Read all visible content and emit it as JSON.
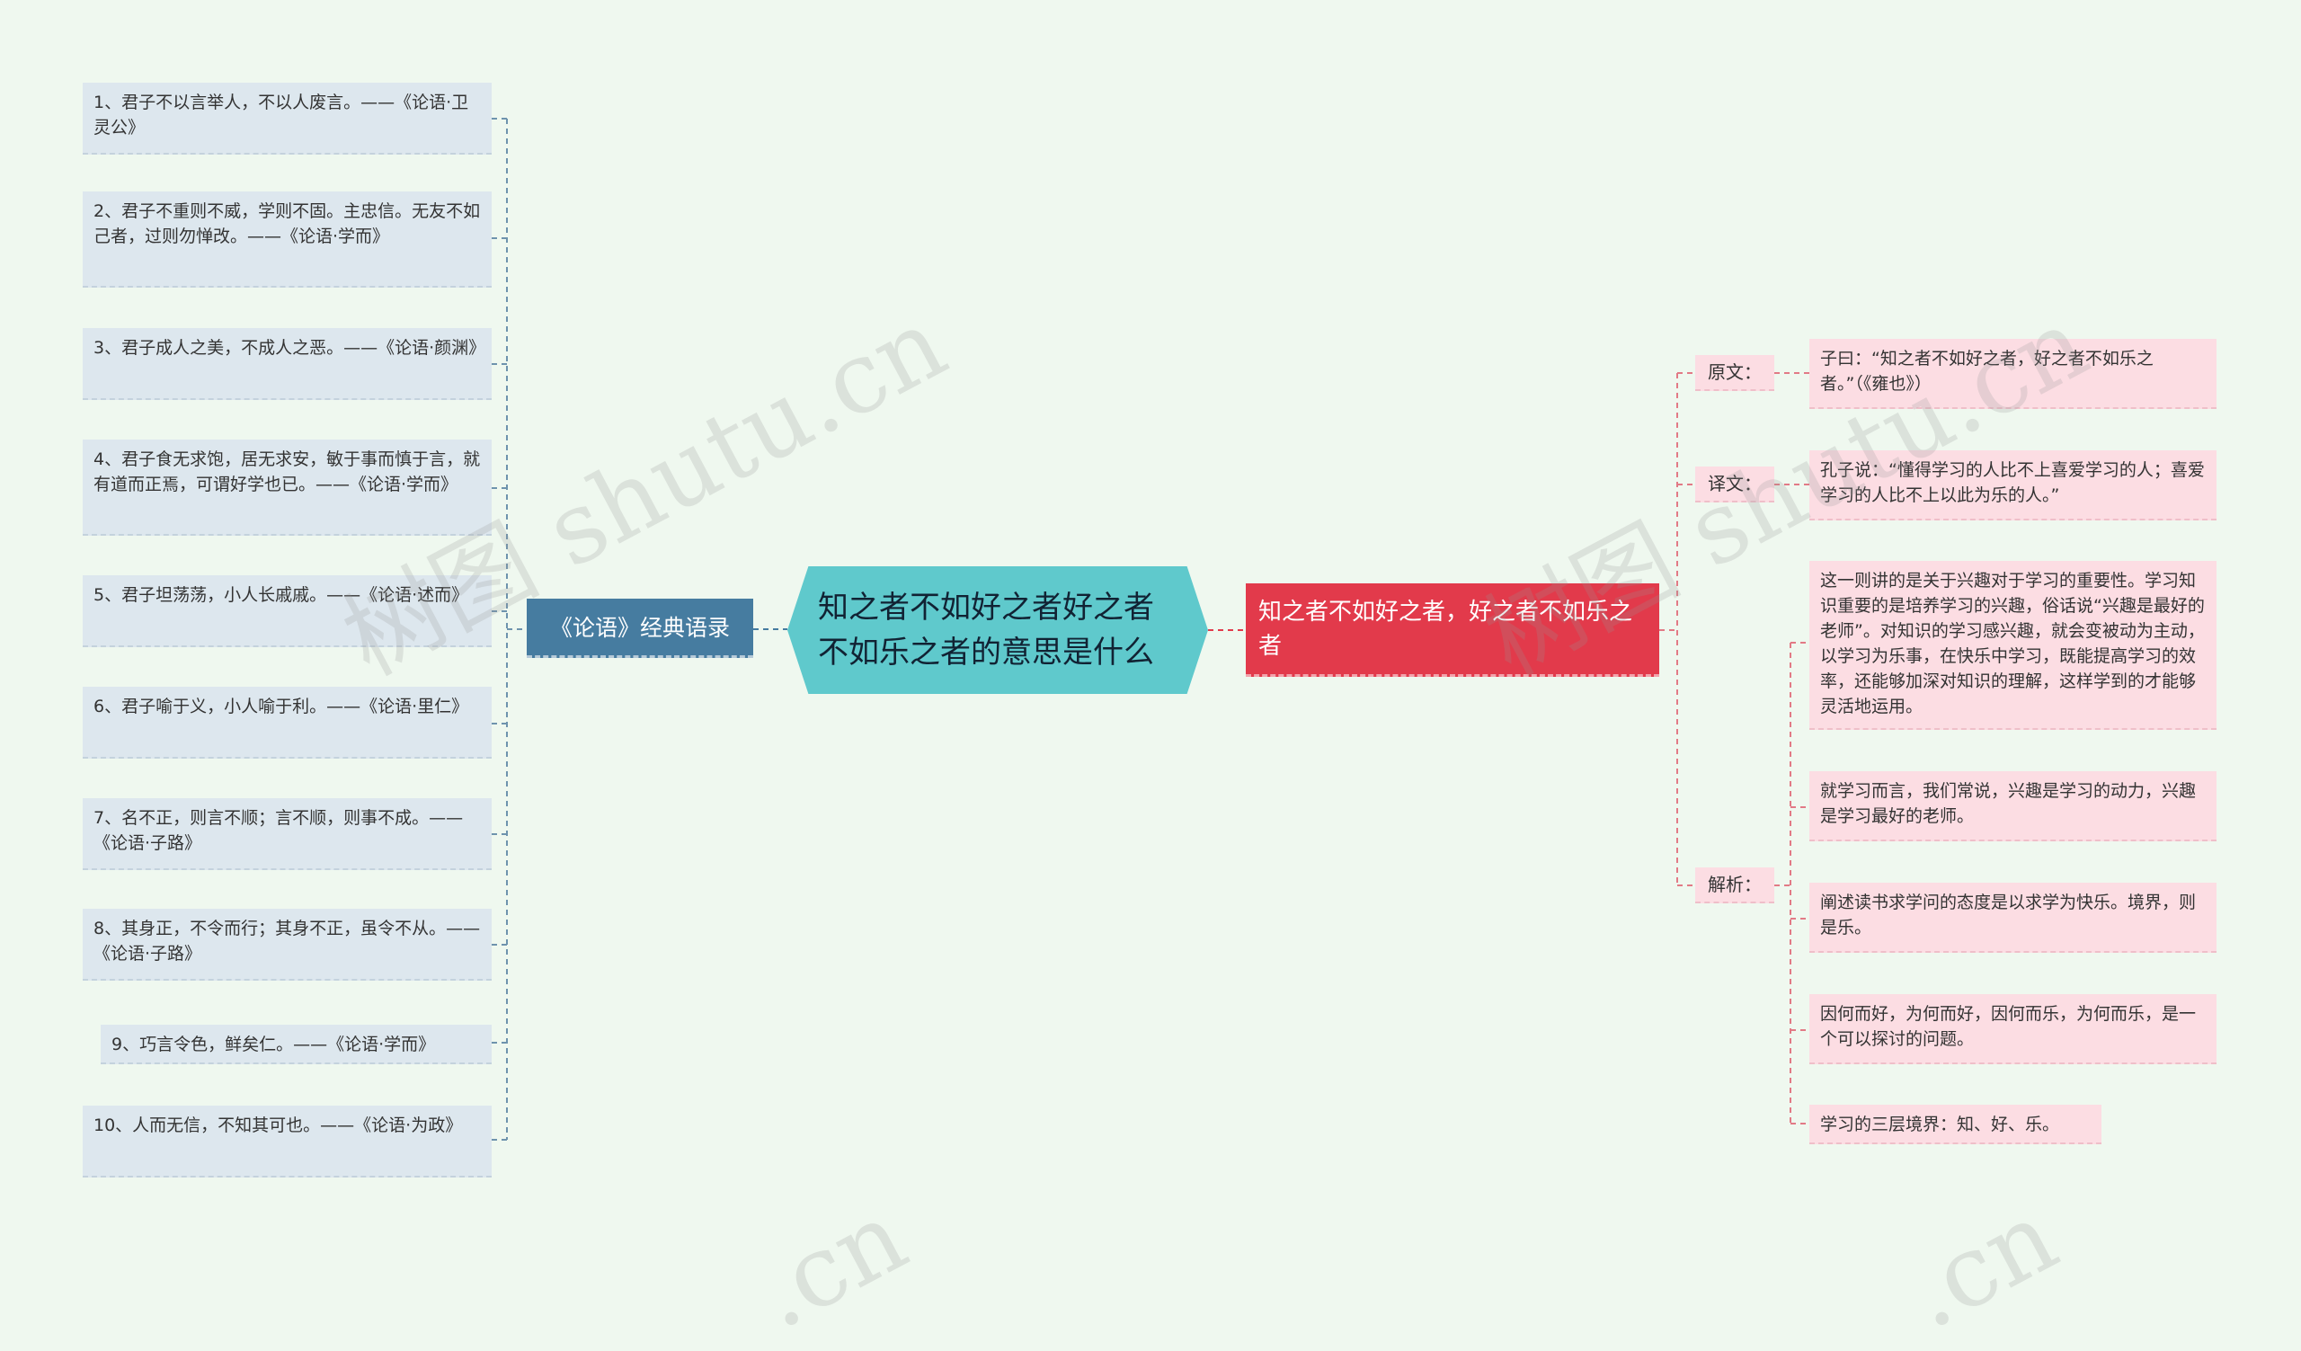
{
  "center": {
    "title": "知之者不如好之者好之者不如乐之者的意思是什么"
  },
  "left_branch": {
    "label": "《论语》经典语录",
    "items": [
      "1、君子不以言举人，不以人废言。——《论语·卫灵公》",
      "2、君子不重则不威，学则不固。主忠信。无友不如己者，过则勿惮改。——《论语·学而》",
      "3、君子成人之美，不成人之恶。——《论语·颜渊》",
      "4、君子食无求饱，居无求安，敏于事而慎于言，就有道而正焉，可谓好学也已。——《论语·学而》",
      "5、君子坦荡荡，小人长戚戚。——《论语·述而》",
      "6、君子喻于义，小人喻于利。——《论语·里仁》",
      "7、名不正，则言不顺；言不顺，则事不成。——《论语·子路》",
      "8、其身正，不令而行；其身不正，虽令不从。——《论语·子路》",
      "9、巧言令色，鲜矣仁。——《论语·学而》",
      "10、人而无信，不知其可也。——《论语·为政》"
    ]
  },
  "right_branch": {
    "label": "知之者不如好之者，好之者不如乐之者",
    "sections": [
      {
        "label": "原文：",
        "items": [
          "子曰：“知之者不如好之者，好之者不如乐之者。”（《雍也》）"
        ]
      },
      {
        "label": "译文：",
        "items": [
          "孔子说：“懂得学习的人比不上喜爱学习的人；喜爱学习的人比不上以此为乐的人。”"
        ]
      },
      {
        "label": "解析：",
        "items": [
          "这一则讲的是关于兴趣对于学习的重要性。学习知识重要的是培养学习的兴趣，俗话说“兴趣是最好的老师”。对知识的学习感兴趣，就会变被动为主动，以学习为乐事，在快乐中学习，既能提高学习的效率，还能够加深对知识的理解，这样学到的才能够灵活地运用。",
          "就学习而言，我们常说，兴趣是学习的动力，兴趣是学习最好的老师。",
          "阐述读书求学问的态度是以求学为快乐。境界，则是乐。",
          "因何而好，为何而好，因何而乐，为何而乐，是一个可以探讨的问题。",
          "学习的三层境界：知、好、乐。"
        ]
      }
    ]
  },
  "watermark": {
    "text": "树图 shutu.cn",
    "tail": ".cn"
  },
  "colors": {
    "background": "#eff8ef",
    "center": "#5fc9cc",
    "left_branch": "#467ca0",
    "right_branch": "#e23a4b",
    "left_leaf": "#dde7ee",
    "right_leaf": "#fcdde3"
  }
}
